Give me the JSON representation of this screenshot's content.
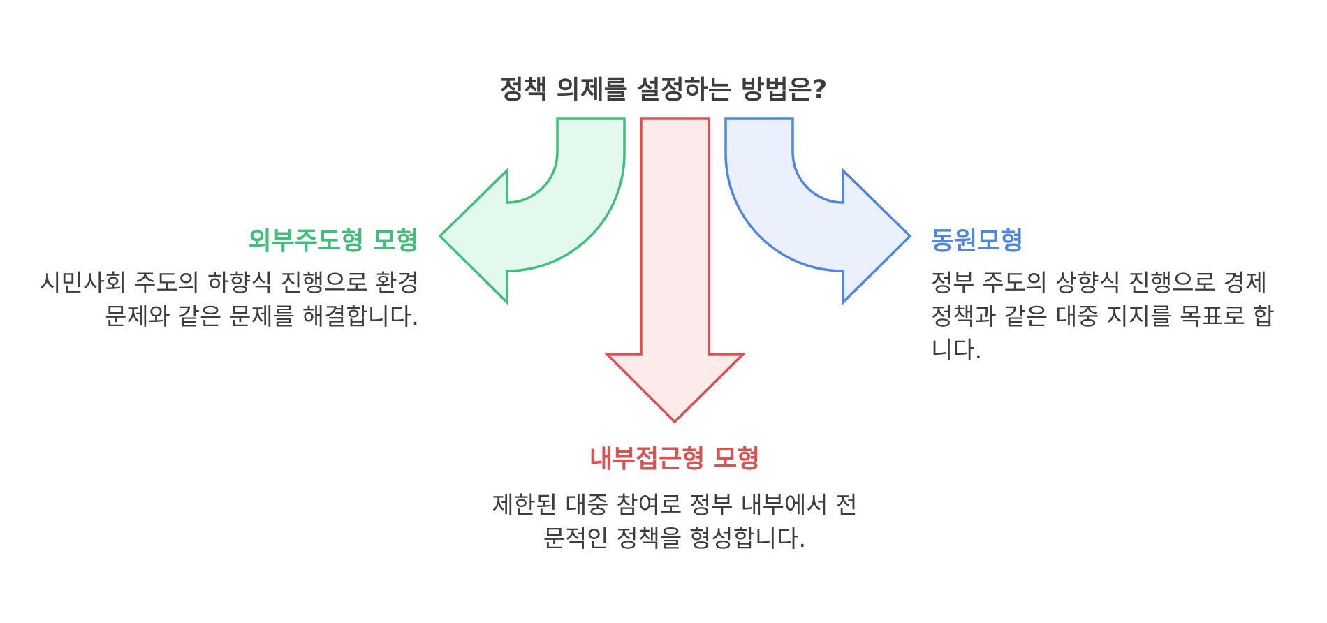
{
  "title": "정책 의제를 설정하는 방법은?",
  "colors": {
    "green_stroke": "#3fbf7a",
    "green_fill": "#e3f9ee",
    "red_stroke": "#de4f50",
    "red_fill": "#fdeaea",
    "blue_stroke": "#4f86e0",
    "blue_fill": "#eaf1fd"
  },
  "models": {
    "outside": {
      "heading": "외부주도형 모형",
      "description": "시민사회 주도의 하향식 진행으로 환경 문제와 같은 문제를 해결합니다."
    },
    "inside": {
      "heading": "내부접근형 모형",
      "description": "제한된 대중 참여로 정부 내부에서 전문적인 정책을 형성합니다."
    },
    "mobilization": {
      "heading": "동원모형",
      "description": "정부 주도의 상향식 진행으로 경제 정책과 같은 대중 지지를 목표로 합니다."
    }
  }
}
